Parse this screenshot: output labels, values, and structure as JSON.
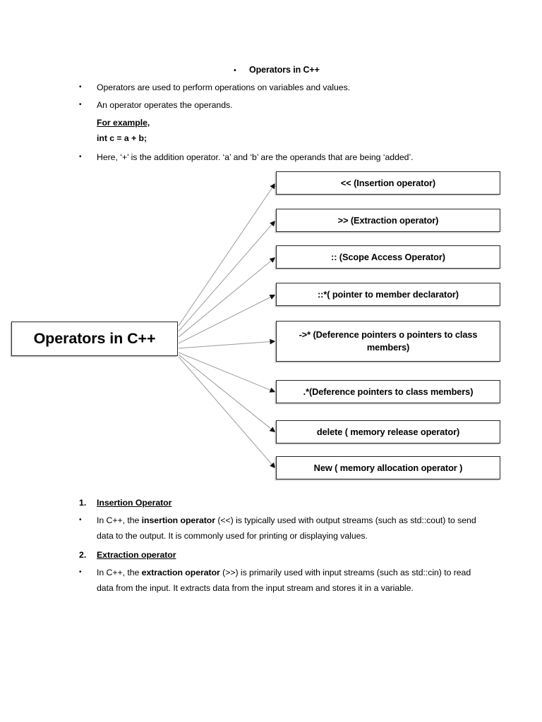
{
  "document": {
    "heading": {
      "bullet": "•",
      "text": "Operators in C++"
    },
    "intro_bullets": [
      {
        "mark": "•",
        "text": "Operators are used to perform operations on variables and values."
      },
      {
        "mark": "•",
        "text": "An operator operates the operands."
      }
    ],
    "example_label": "For example,",
    "example_code": "int c = a + b;",
    "closing_bullet": {
      "mark": "•",
      "text": "Here, ‘+’ is the addition operator. ‘a’ and ‘b’ are the operands that are being ‘added’."
    }
  },
  "diagram": {
    "type": "radial-fan",
    "root": {
      "label": "Operators in C++"
    },
    "leaves": [
      {
        "label": "<< (Insertion operator)"
      },
      {
        "label": ">> (Extraction operator)"
      },
      {
        "label": ":: (Scope Access Operator)"
      },
      {
        "label": "::*( pointer to member declarator)"
      },
      {
        "label": "->* (Deference pointers o pointers to class members)"
      },
      {
        "label": ".*(Deference pointers to class members)"
      },
      {
        "label": "delete ( memory release operator)"
      },
      {
        "label": "New ( memory allocation operator )"
      }
    ],
    "colors": {
      "box_border": "#262626",
      "box_fill": "#ffffff",
      "connector": "#9a9a9a",
      "arrowhead": "#111111",
      "shadow": "#c9c9c9"
    }
  },
  "sections": [
    {
      "number": "1.",
      "title": "Insertion Operator ",
      "bullet_mark": "•",
      "body_parts": [
        {
          "text": "In C++, the ",
          "bold": false
        },
        {
          "text": "insertion operator",
          "bold": true
        },
        {
          "text": " (<<) is typically used with output streams (such as std::cout) to send data to the output. It is commonly used for printing or displaying values.",
          "bold": false
        }
      ]
    },
    {
      "number": "2.",
      "title": "Extraction operator ",
      "bullet_mark": "•",
      "body_parts": [
        {
          "text": "In C++, the ",
          "bold": false
        },
        {
          "text": "extraction operator",
          "bold": true
        },
        {
          "text": " (>>) is primarily used with input streams (such as std::cin) to read data from the input. It extracts data from the input stream and stores it in a variable.",
          "bold": false
        }
      ]
    }
  ]
}
